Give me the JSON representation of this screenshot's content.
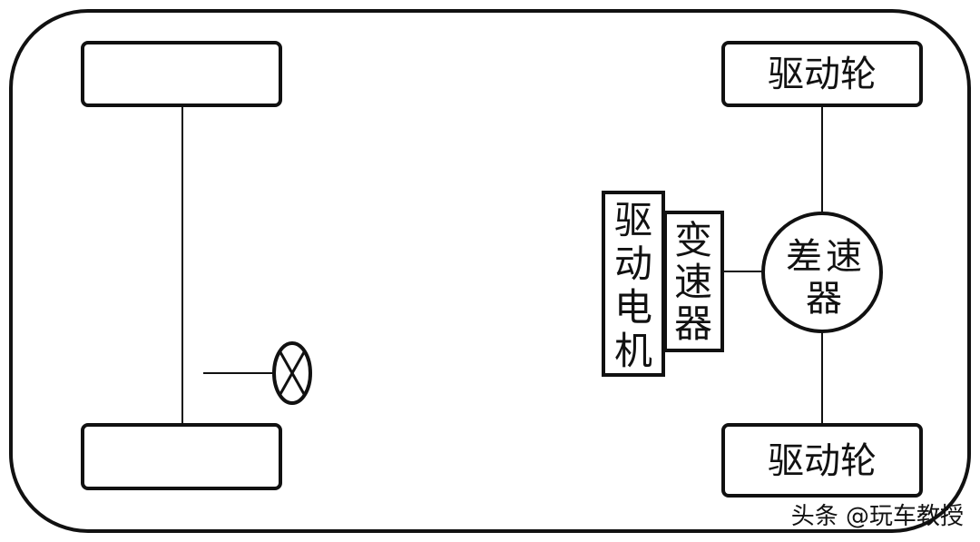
{
  "labels": {
    "front_right_wheel": "驱动轮",
    "rear_right_wheel": "驱动轮",
    "motor": [
      "驱",
      "动",
      "电",
      "机"
    ],
    "transmission": [
      "变",
      "速",
      "器"
    ],
    "differential": [
      "差",
      "速",
      "器"
    ]
  },
  "watermark": "头条 @玩车教授"
}
